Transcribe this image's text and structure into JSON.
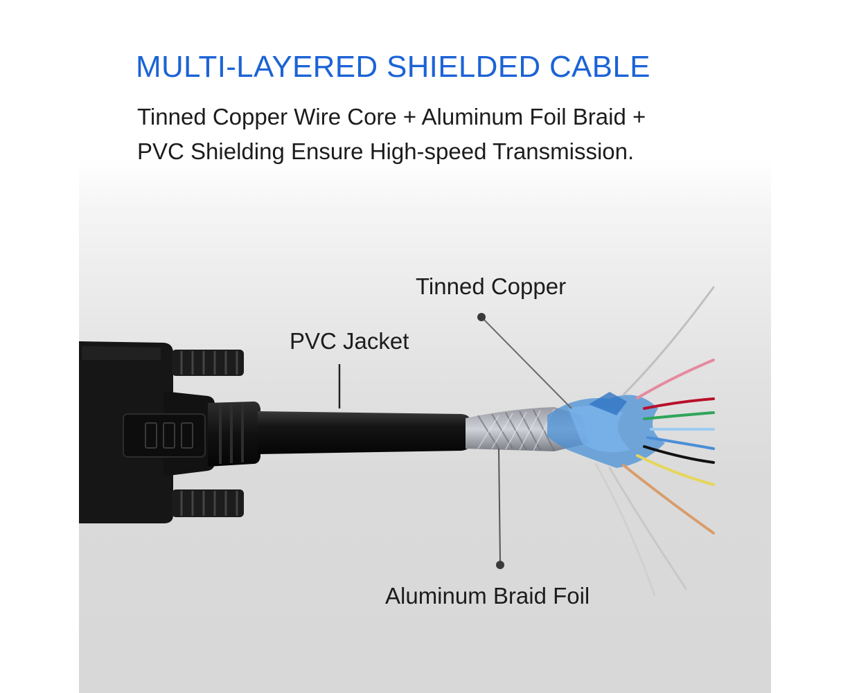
{
  "header": {
    "title": "MULTI-LAYERED SHIELDED CABLE",
    "subtitle_line1": "Tinned Copper Wire Core + Aluminum Foil Braid +",
    "subtitle_line2": "PVC Shielding Ensure High-speed Transmission."
  },
  "callouts": {
    "tinned_copper": "Tinned Copper",
    "pvc_jacket": "PVC Jacket",
    "aluminum_braid_foil": "Aluminum Braid Foil"
  },
  "colors": {
    "title": "#1c63d6",
    "text": "#1c1c1c",
    "connector": "#141414",
    "foil": "#4a90d6"
  }
}
